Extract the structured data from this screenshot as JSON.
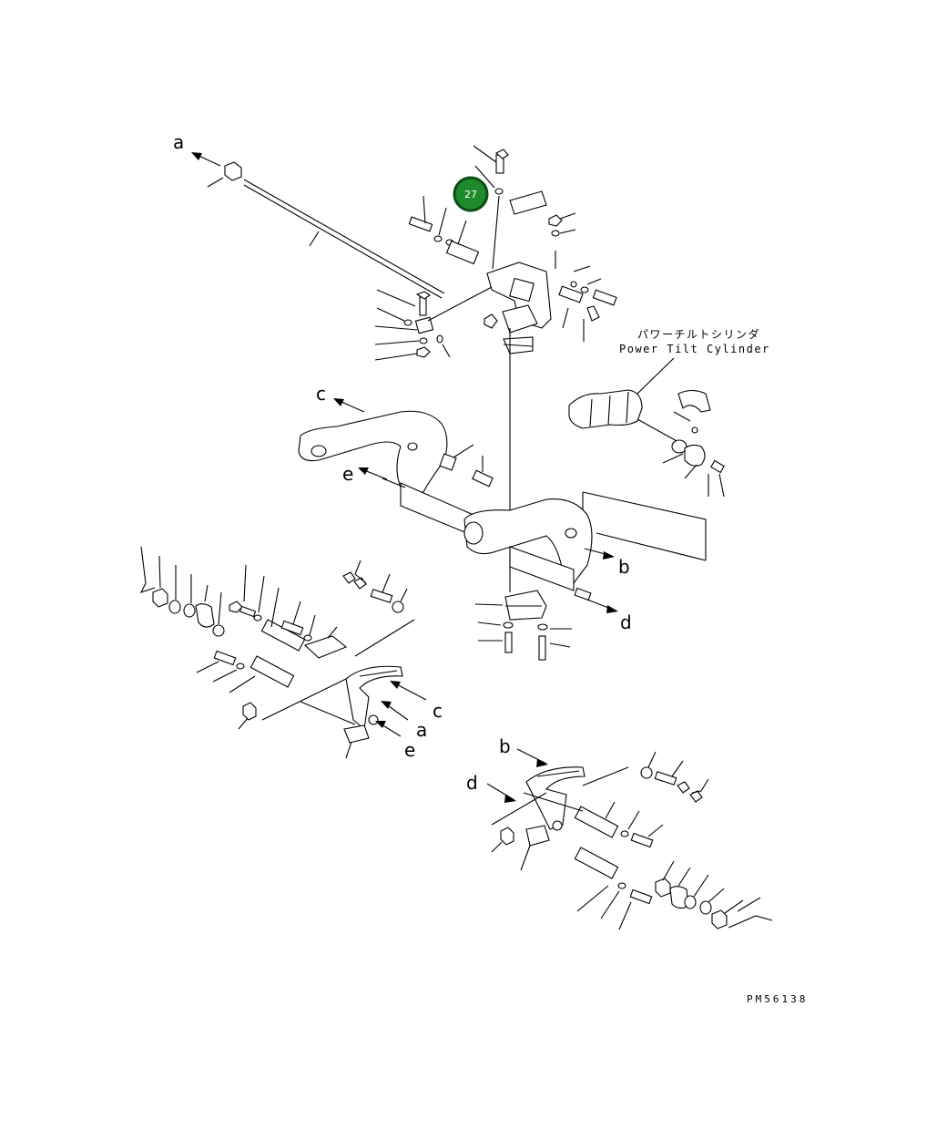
{
  "callout": {
    "number": "27",
    "fill": "#1f8a2b",
    "ring": "#0d4d14"
  },
  "cylinder_caption": {
    "jp": "パワーチルトシリンダ",
    "en": "Power Tilt Cylinder"
  },
  "drawing_code": "PM56138",
  "ref_letters": {
    "a_top": "a",
    "c_top": "c",
    "e_top": "e",
    "b_mid": "b",
    "d_mid": "d",
    "c_left": "c",
    "a_left": "a",
    "e_left": "e",
    "b_low": "b",
    "d_low": "d"
  }
}
